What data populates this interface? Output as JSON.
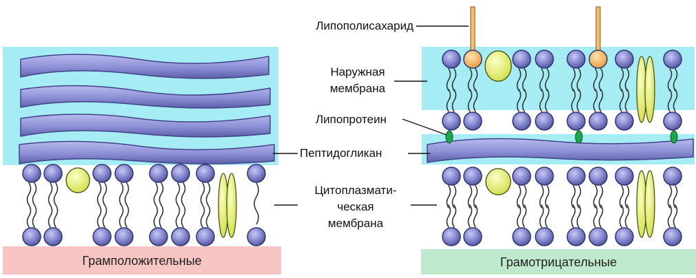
{
  "labels": {
    "lipopolysaccharide": "Липополисахарид",
    "outer_membrane_line1": "Наружная",
    "outer_membrane_line2": "мембрана",
    "lipoprotein": "Липопротеин",
    "peptidoglycan": "Пептидогликан",
    "cytoplasmic_line1": "Цитоплазмати-",
    "cytoplasmic_line2": "ческая",
    "cytoplasmic_line3": "мембрана"
  },
  "panels": {
    "gram_positive": "Грамположительные",
    "gram_negative": "Грамотрицательные"
  },
  "colors": {
    "cyan_band": "#a6ecf5",
    "lipid_head": "#7b7fc6",
    "peptidoglycan": "#8e90d6",
    "protein": "#e4f07a",
    "lps_head": "#f5b865",
    "lipoprotein": "#1aa84a",
    "gram_positive_footer": "#f7c6c4",
    "gram_negative_footer": "#bfe9cc"
  }
}
